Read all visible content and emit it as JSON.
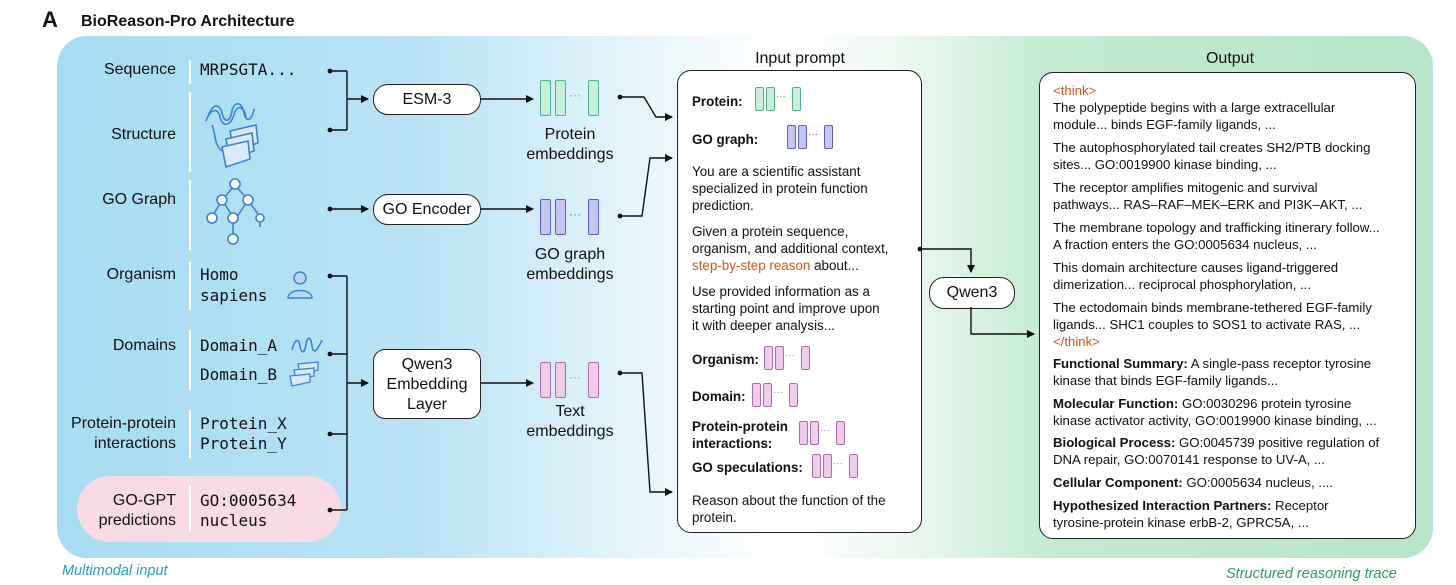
{
  "panel_letter": "A",
  "title": "BioReason-Pro Architecture",
  "captions": {
    "left": "Multimodal input",
    "right": "Structured reasoning trace"
  },
  "inputs": {
    "sequence": {
      "label": "Sequence",
      "value": "MRPSGTA..."
    },
    "structure": {
      "label": "Structure"
    },
    "go_graph": {
      "label": "GO Graph"
    },
    "organism": {
      "label": "Organism",
      "value_1": "Homo",
      "value_2": "sapiens"
    },
    "domains": {
      "label": "Domains",
      "value_1": "Domain_A",
      "value_2": "Domain_B"
    },
    "ppi": {
      "label_1": "Protein-protein",
      "label_2": "interactions",
      "value_1": "Protein_X",
      "value_2": "Protein_Y"
    },
    "gogpt": {
      "label_1": "GO-GPT",
      "label_2": "predictions",
      "value_1": "GO:0005634",
      "value_2": "nucleus"
    }
  },
  "encoders": {
    "esm": "ESM-3",
    "go_encoder": "GO Encoder",
    "qwen_emb_1": "Qwen3",
    "qwen_emb_2": "Embedding",
    "qwen_emb_3": "Layer"
  },
  "embeddings": {
    "protein_1": "Protein",
    "protein_2": "embeddings",
    "go_1": "GO graph",
    "go_2": "embeddings",
    "text_1": "Text",
    "text_2": "embeddings",
    "ellipsis": "···"
  },
  "prompt": {
    "header": "Input prompt",
    "protein": "Protein:",
    "go_graph": "GO graph:",
    "para1": [
      "You are a scientific assistant",
      "specialized in protein function",
      "prediction."
    ],
    "para2": [
      "Given a protein sequence,",
      "organism, and additional context,"
    ],
    "para2_orange": "step-by-step reason",
    "para2_tail": " about...",
    "para3": [
      "Use provided information as a",
      "starting point and improve upon",
      "it with deeper analysis..."
    ],
    "organism": "Organism:",
    "domain": "Domain:",
    "ppi_1": "Protein-protein",
    "ppi_2": "interactions:",
    "go_spec": "GO speculations:",
    "final": [
      "Reason about the function of the",
      "protein."
    ]
  },
  "model": "Qwen3",
  "output": {
    "header": "Output",
    "think_open": "<think>",
    "think_close": "</think>",
    "reasoning": [
      [
        "The polypeptide begins with a large extracellular",
        "module... binds EGF-family ligands, ..."
      ],
      [
        "The autophosphorylated tail creates SH2/PTB docking",
        "sites... GO:0019900 kinase binding, ..."
      ],
      [
        "The receptor amplifies mitogenic and survival",
        "pathways... RAS–RAF–MEK–ERK and PI3K–AKT, ..."
      ],
      [
        "The membrane topology and trafficking itinerary follow...",
        "A fraction enters the GO:0005634 nucleus, ..."
      ],
      [
        "This domain architecture causes ligand-triggered",
        "dimerization... reciprocal phosphorylation, ..."
      ],
      [
        "The ectodomain binds membrane-tethered EGF-family",
        "ligands... SHC1 couples to SOS1 to activate RAS, ..."
      ]
    ],
    "summary": [
      {
        "key": "Functional Summary:",
        "l1": " A single-pass receptor tyrosine",
        "l2": "kinase that binds EGF-family ligands..."
      },
      {
        "key": "Molecular Function:",
        "l1": " GO:0030296 protein tyrosine",
        "l2": "kinase activator activity, GO:0019900 kinase binding, ..."
      },
      {
        "key": "Biological Process:",
        "l1": " GO:0045739 positive regulation of",
        "l2": "DNA repair, GO:0070141 response to UV-A, ..."
      },
      {
        "key": "Cellular Component:",
        "l1": " GO:0005634 nucleus, ....",
        "l2": ""
      },
      {
        "key": "Hypothesized Interaction Partners:",
        "l1": " Receptor",
        "l2": "tyrosine-protein kinase erbB-2, GPRC5A, ..."
      }
    ]
  },
  "colors": {
    "green_token": "#9ee0c0",
    "green_stroke": "#4db38a",
    "blue_token": "#c4c6ef",
    "blue_stroke": "#5b5fc7",
    "pink_token": "#efcdea",
    "pink_stroke": "#b26bb0",
    "orange": "#d2551a",
    "icon_blue": "#3b82d6"
  }
}
